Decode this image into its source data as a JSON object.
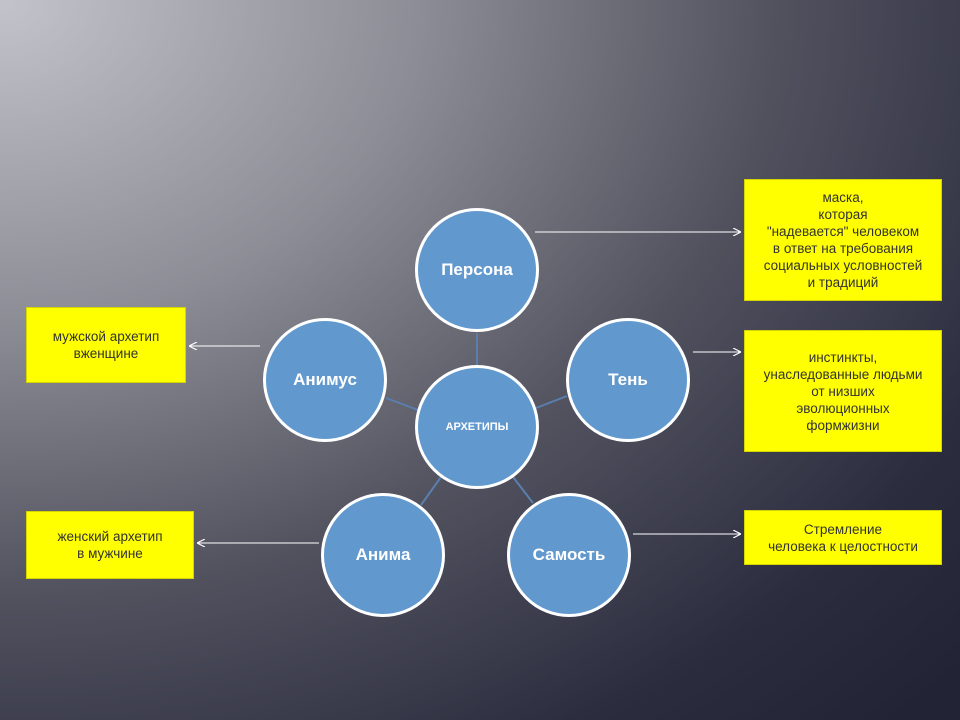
{
  "colors": {
    "circle_fill": "#6199cf",
    "circle_border": "#ffffff",
    "note_fill": "#ffff00",
    "note_text": "#333333",
    "link_line": "#5a7fae",
    "arrow_line": "#ffffff"
  },
  "center": {
    "label": "АРХЕТИПЫ"
  },
  "archetypes": {
    "persona": {
      "label": "Персона"
    },
    "shadow": {
      "label": "Тень"
    },
    "self": {
      "label": "Самость"
    },
    "anima": {
      "label": "Анима"
    },
    "animus": {
      "label": "Анимус"
    }
  },
  "notes": {
    "persona": "маска,\nкоторая\n\"надевается\" человеком\nв ответ на требования\nсоциальных условностей\nи традиций",
    "shadow": "инстинкты,\nунаследованные людьми\nот низших\nэволюционных\nформжизни",
    "self": "Стремление\nчеловека к целостности",
    "anima": "женский архетип\nв мужчине",
    "animus": "мужской архетип\nвженщине"
  }
}
